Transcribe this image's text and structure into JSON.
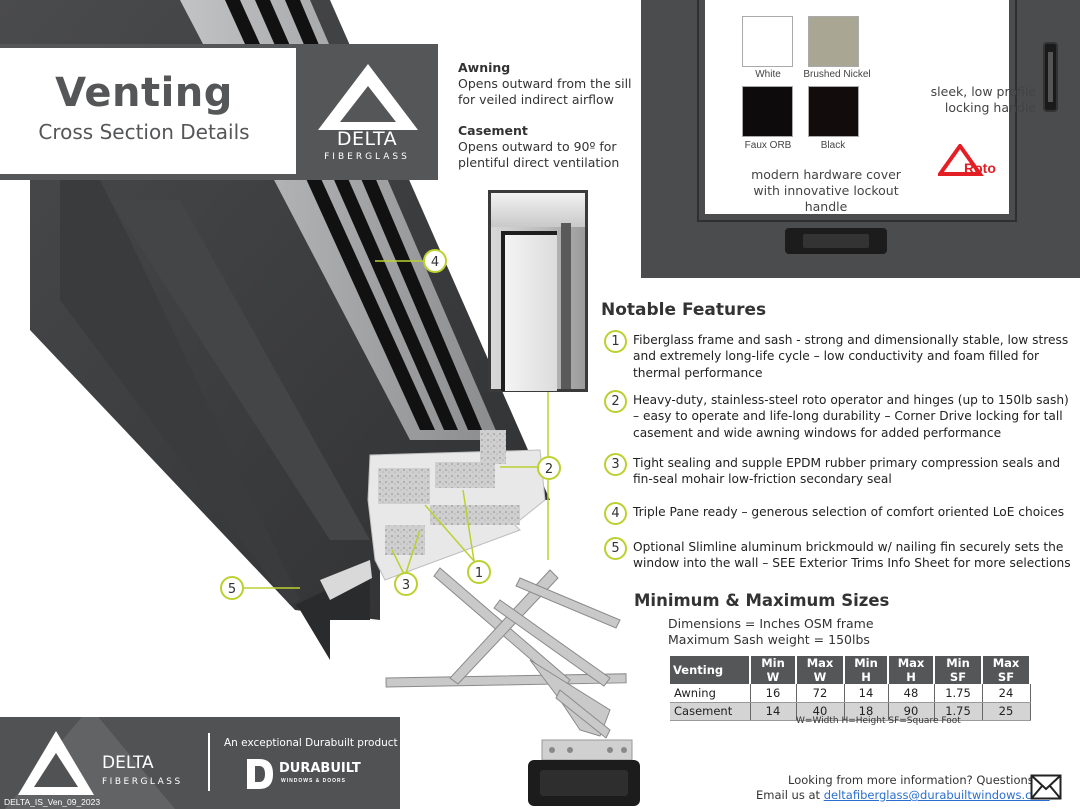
{
  "title": {
    "main": "Venting",
    "subtitle": "Cross Section Details"
  },
  "brand": {
    "name": "DELTA",
    "sub": "FIBERGLASS"
  },
  "venting": [
    {
      "heading": "Awning",
      "text": "Opens outward from the sill for veiled indirect airflow"
    },
    {
      "heading": "Casement",
      "text": "Opens outward to 90º for plentiful direct ventilation"
    }
  ],
  "finishes": [
    {
      "label": "White",
      "color": "#ffffff"
    },
    {
      "label": "Brushed Nickel",
      "color": "#a9a693"
    },
    {
      "label": "Faux ORB",
      "color": "#0d0b0b"
    },
    {
      "label": "Black",
      "color": "#120d0c"
    }
  ],
  "hardware": {
    "cover_note": "modern hardware cover with innovative lockout handle",
    "handle_note": "sleek, low profile locking handle",
    "roto_logo": "Roto"
  },
  "callouts": [
    "1",
    "2",
    "3",
    "4",
    "5"
  ],
  "features": {
    "title": "Notable Features",
    "items": [
      {
        "num": "1",
        "text": "Fiberglass frame and sash - strong and dimensionally stable, low stress and extremely long-life cycle – low conductivity and foam filled for thermal performance"
      },
      {
        "num": "2",
        "text": "Heavy-duty, stainless-steel roto operator and hinges (up to 150lb sash) – easy to operate and life-long durability – Corner Drive locking for tall casement and wide awning windows for added performance"
      },
      {
        "num": "3",
        "text": "Tight sealing and supple EPDM rubber primary compression seals and fin-seal mohair low-friction secondary seal"
      },
      {
        "num": "4",
        "text": "Triple Pane ready – generous selection of comfort oriented LoE choices"
      },
      {
        "num": "5",
        "text": "Optional Slimline aluminum brickmould w/ nailing fin securely sets the window into the wall – SEE Exterior Trims Info Sheet for more selections"
      }
    ]
  },
  "sizes": {
    "title": "Minimum & Maximum Sizes",
    "dimensions_note": "Dimensions = Inches OSM frame",
    "weight_note": "Maximum Sash weight = 150lbs",
    "columns": [
      "Venting",
      "Min W",
      "Max W",
      "Min H",
      "Max H",
      "Min SF",
      "Max SF"
    ],
    "rows": [
      [
        "Awning",
        "16",
        "72",
        "14",
        "48",
        "1.75",
        "24"
      ],
      [
        "Casement",
        "14",
        "40",
        "18",
        "90",
        "1.75",
        "25"
      ]
    ],
    "legend": "W=Width   H=Height   SF=Square Foot"
  },
  "footer": {
    "brand": "DELTA",
    "brand_sub": "FIBERGLASS",
    "tagline": "An exceptional Durabuilt product",
    "durabuilt": "DURABUILT",
    "durabuilt_sub": "WINDOWS & DOORS",
    "doc_code": "DELTA_IS_Ven_09_2023"
  },
  "contact": {
    "line1": "Looking from more information? Questions?",
    "prefix": "Email us at",
    "email": "deltafiberglass@durabuiltwindows.com"
  },
  "colors": {
    "accent": "#bcd030",
    "dark_gray": "#555658",
    "frame": "#3d3e40"
  }
}
